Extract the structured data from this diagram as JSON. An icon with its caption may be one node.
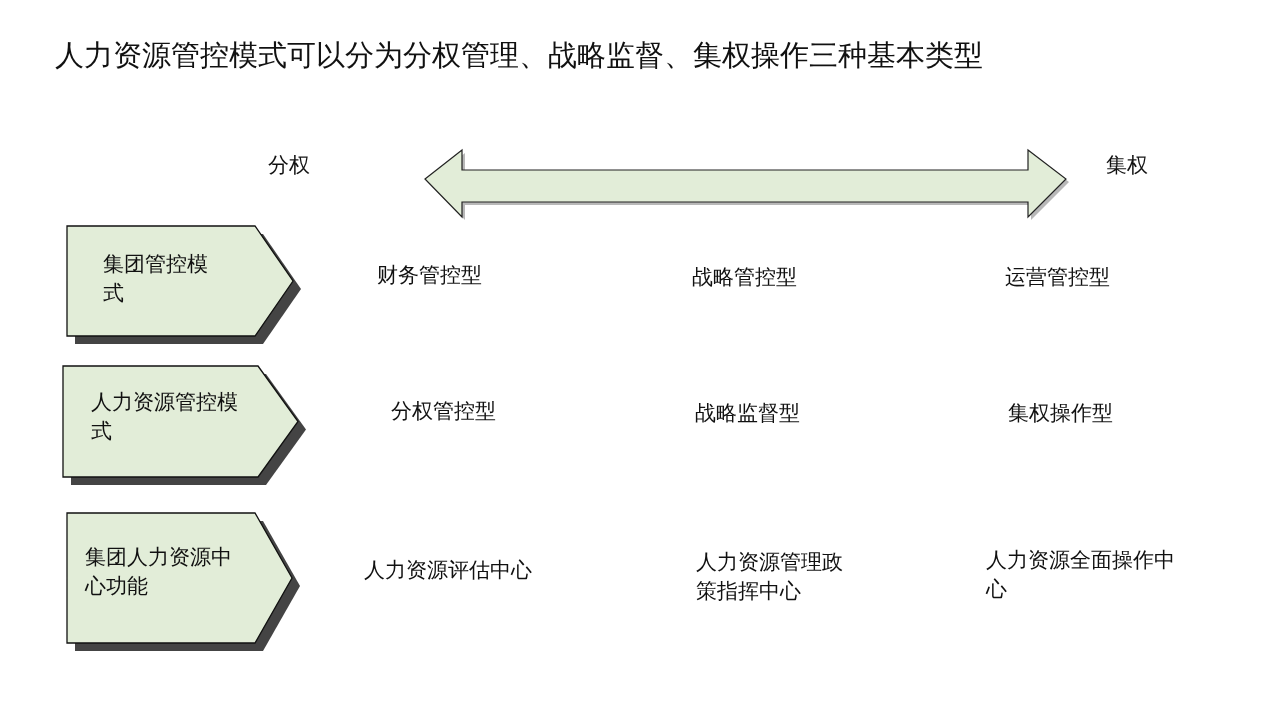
{
  "diagram": {
    "title": "人力资源管控模式可以分为分权管理、战略监督、集权操作三种基本类型",
    "nodes": [
      {
        "text": [
          "集团管控模式"
        ]
      },
      {
        "text": [
          "人力资源管控模式"
        ]
      },
      {
        "text": [
          "集团人力资源中心功能"
        ]
      }
    ],
    "labels": [
      "分权",
      "集权",
      "财务管控型",
      "战略管控型",
      "运营管控型",
      "分权管控型",
      "战略监督型",
      "集权操作型",
      "人力资源评估中心",
      "人力资源管理政策指挥中心",
      "人力资源全面操作中心"
    ]
  }
}
